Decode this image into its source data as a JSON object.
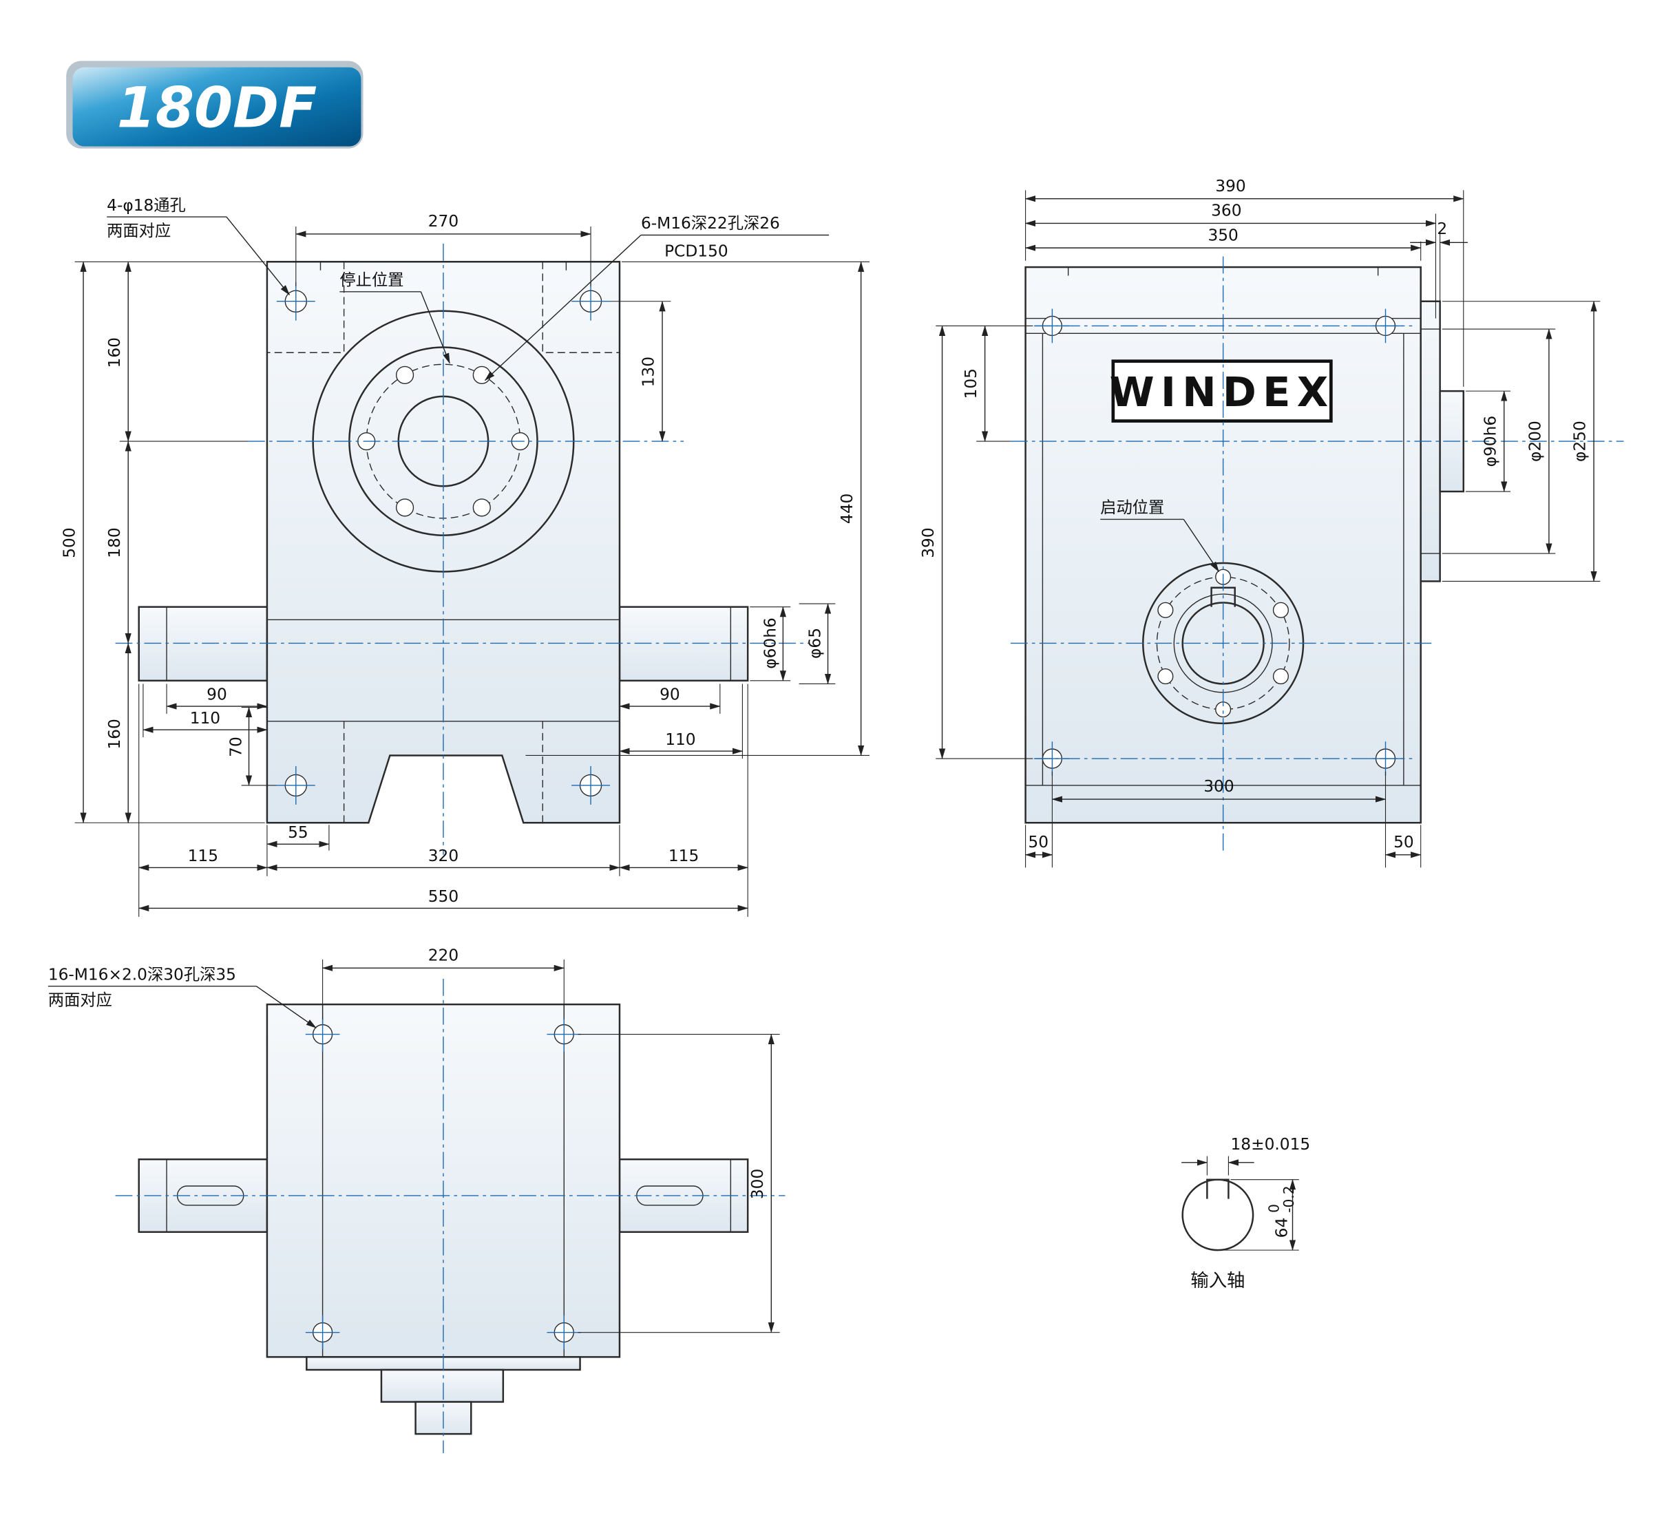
{
  "badge": {
    "label": "180DF"
  },
  "brand": {
    "logo": "WINDEX"
  },
  "colors": {
    "badge_blue_dark": "#024d7e",
    "badge_blue": "#0c74ae",
    "centerline_blue": "#1a6ab5",
    "line_dark": "#222222",
    "body_fill": "#e4ecf3"
  },
  "front": {
    "ann_holes_line1": "4-φ18通孔",
    "ann_holes_line2": "两面对应",
    "ann_stop": "停止位置",
    "ann_tap_line1": "6-M16深22孔深26",
    "ann_tap_line2": "PCD150",
    "dim_270": "270",
    "dim_130": "130",
    "dim_160_top": "160",
    "dim_180": "180",
    "dim_160_bottom": "160",
    "dim_500": "500",
    "dim_440": "440",
    "dim_d60": "φ60h6",
    "dim_d65": "φ65",
    "dim_90_left": "90",
    "dim_110_left": "110",
    "dim_90_right": "90",
    "dim_110_right": "110",
    "dim_70": "70",
    "dim_55": "55",
    "dim_115_left": "115",
    "dim_320": "320",
    "dim_115_right": "115",
    "dim_550": "550"
  },
  "side": {
    "dim_390_top": "390",
    "dim_360": "360",
    "dim_350": "350",
    "dim_2": "2",
    "dim_105": "105",
    "dim_390_left": "390",
    "ann_start": "启动位置",
    "dim_d90": "φ90h6",
    "dim_d200": "φ200",
    "dim_d250": "φ250",
    "dim_300": "300",
    "dim_50_left": "50",
    "dim_50_right": "50"
  },
  "bottom": {
    "ann_tap_line1": "16-M16×2.0深30孔深35",
    "ann_tap_line2": "两面对应",
    "dim_220": "220",
    "dim_300": "300"
  },
  "shaft_detail": {
    "dim_key": "18±0.015",
    "dim_64": "64",
    "tol_upper": "0",
    "tol_lower": "-0.2",
    "label": "输入轴"
  }
}
